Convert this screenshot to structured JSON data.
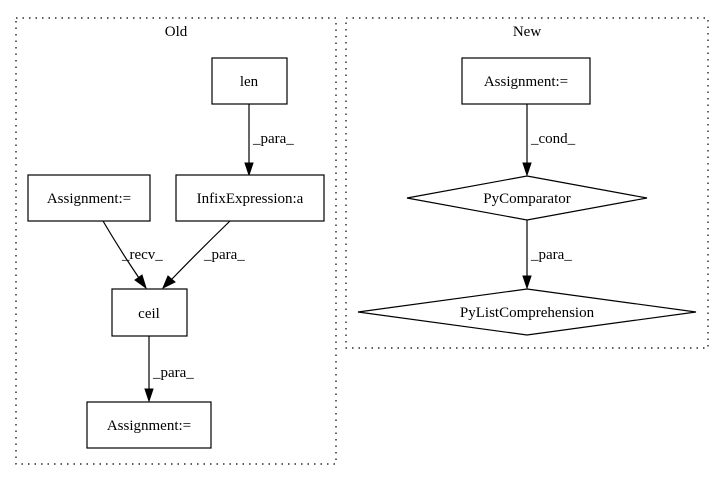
{
  "clusters": {
    "old": {
      "label": "Old"
    },
    "new": {
      "label": "New"
    }
  },
  "nodes": {
    "old_len": {
      "label": "len"
    },
    "old_infix": {
      "label": "InfixExpression:a"
    },
    "old_assign_top": {
      "label": "Assignment:="
    },
    "old_ceil": {
      "label": "ceil"
    },
    "old_assign_bottom": {
      "label": "Assignment:="
    },
    "new_assign": {
      "label": "Assignment:="
    },
    "new_pycomparator": {
      "label": "PyComparator"
    },
    "new_pylistcomp": {
      "label": "PyListComprehension"
    }
  },
  "edges": {
    "len_to_infix": {
      "label": "_para_"
    },
    "assign_to_ceil": {
      "label": "_recv_"
    },
    "infix_to_ceil": {
      "label": "_para_"
    },
    "ceil_to_assign": {
      "label": "_para_"
    },
    "new_assign_to_comparator": {
      "label": "_cond_"
    },
    "comparator_to_listcomp": {
      "label": "_para_"
    }
  }
}
